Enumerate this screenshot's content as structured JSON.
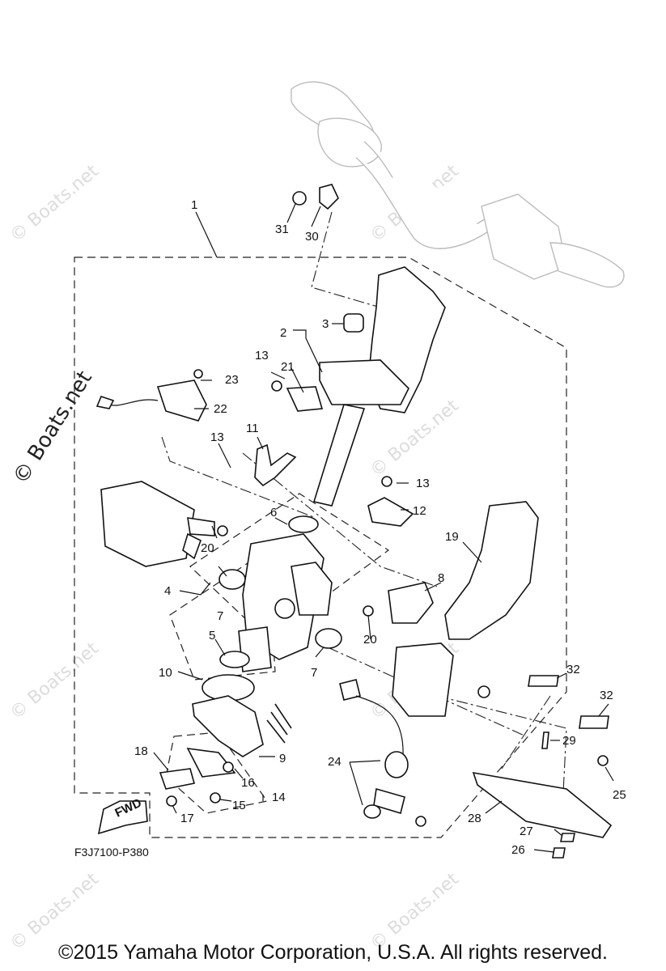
{
  "diagram": {
    "drawing_code": "F3J7100-P380",
    "copyright": "©2015 Yamaha Motor Corporation, U.S.A. All rights reserved.",
    "fwd_label": "FWD",
    "side_watermark": "© Boats.net",
    "watermark": "© Boats.net",
    "callouts": {
      "c1": "1",
      "c2": "2",
      "c3": "3",
      "c4": "4",
      "c5": "5",
      "c6": "6",
      "c7a": "7",
      "c7b": "7",
      "c8": "8",
      "c9": "9",
      "c10": "10",
      "c11": "11",
      "c12": "12",
      "c13a": "13",
      "c13b": "13",
      "c13c": "13",
      "c14": "14",
      "c15": "15",
      "c16": "16",
      "c17": "17",
      "c18": "18",
      "c19": "19",
      "c20a": "20",
      "c20b": "20",
      "c21": "21",
      "c22": "22",
      "c23": "23",
      "c24": "24",
      "c25": "25",
      "c26": "26",
      "c27": "27",
      "c28": "28",
      "c29": "29",
      "c30": "30",
      "c31": "31",
      "c32a": "32",
      "c32b": "32"
    }
  }
}
